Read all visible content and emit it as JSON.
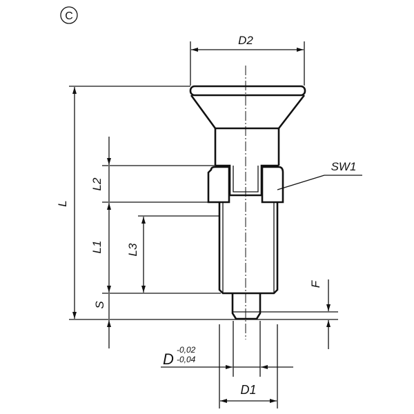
{
  "variant_label": "C",
  "dimensions": {
    "D2": "D2",
    "L": "L",
    "L1": "L1",
    "L2": "L2",
    "L3": "L3",
    "S": "S",
    "F": "F",
    "SW1": "SW1",
    "D": "D",
    "D_tol_upper": "-0,02",
    "D_tol_lower": "-0,04",
    "D1": "D1"
  }
}
